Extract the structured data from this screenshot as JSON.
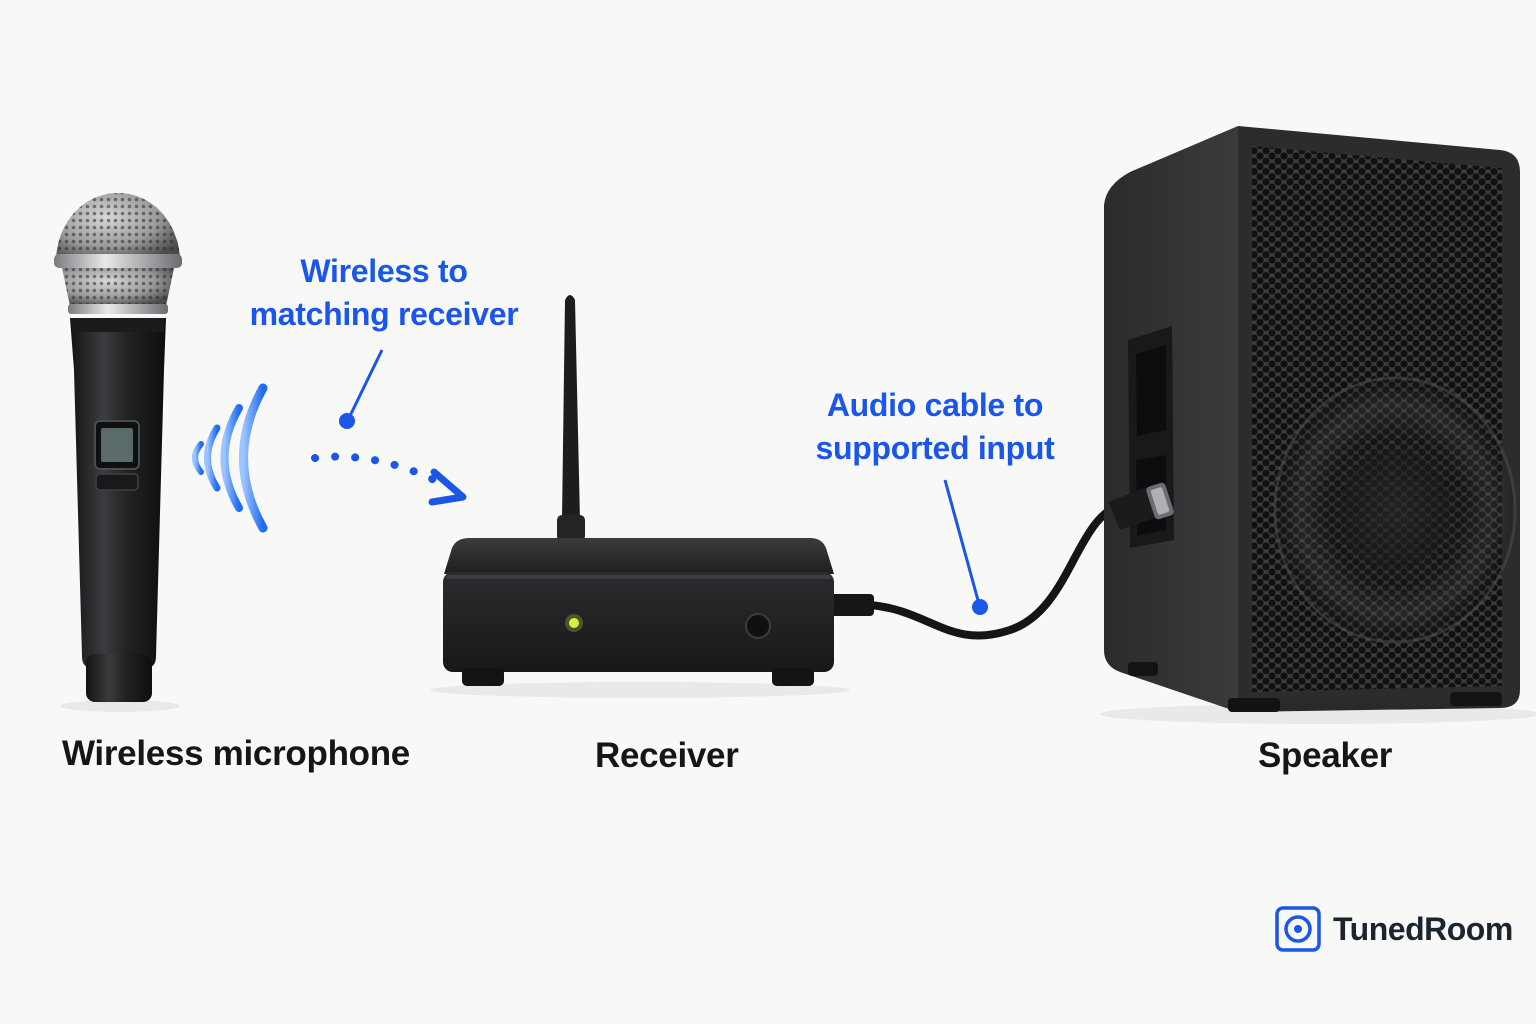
{
  "labels": {
    "microphone": "Wireless microphone",
    "receiver": "Receiver",
    "speaker": "Speaker"
  },
  "annotations": {
    "wireless": {
      "line1": "Wireless to",
      "line2": "matching receiver"
    },
    "cable": {
      "line1": "Audio cable to",
      "line2": "supported input"
    }
  },
  "brand": {
    "name": "TunedRoom"
  },
  "colors": {
    "annotation_blue": "#1a56e8",
    "device_body": "#252628",
    "led": "#d9f040",
    "background": "#f8f8f6"
  },
  "icons": {
    "brand_logo": "speaker-square-icon",
    "signal": "wireless-waves-icon",
    "arrow": "dotted-arrow-icon"
  }
}
